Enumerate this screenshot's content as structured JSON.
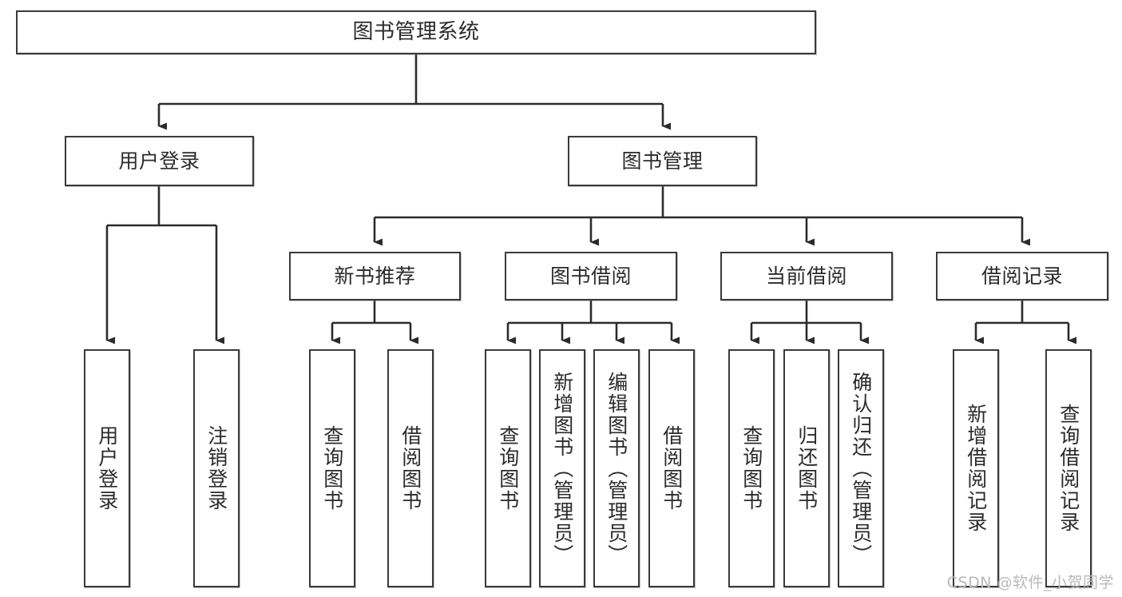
{
  "diagram": {
    "title": "图书管理系统",
    "watermark": "CSDN @软件_小贺同学",
    "colors": {
      "box_border": "#3a3a3a",
      "box_fill": "#ffffff",
      "edge": "#2b2b2b",
      "text": "#2b2b2b",
      "watermark": "#b9b9b9",
      "background": "#ffffff"
    },
    "root": {
      "label": "图书管理系统"
    },
    "level2": [
      {
        "label": "用户登录"
      },
      {
        "label": "图书管理"
      }
    ],
    "level3": [
      {
        "label": "新书推荐"
      },
      {
        "label": "图书借阅"
      },
      {
        "label": "当前借阅"
      },
      {
        "label": "借阅记录"
      }
    ],
    "leaves": {
      "user_login": [
        {
          "label": "用户登录"
        },
        {
          "label": "注销登录"
        }
      ],
      "new_book": [
        {
          "label": "查询图书"
        },
        {
          "label": "借阅图书"
        }
      ],
      "book_borrow": [
        {
          "label": "查询图书"
        },
        {
          "label": "新增图书（管理员）"
        },
        {
          "label": "编辑图书（管理员）"
        },
        {
          "label": "借阅图书"
        }
      ],
      "current_borrow": [
        {
          "label": "查询图书"
        },
        {
          "label": "归还图书"
        },
        {
          "label": "确认归还（管理员）"
        }
      ],
      "borrow_record": [
        {
          "label": "新增借阅记录"
        },
        {
          "label": "查询借阅记录"
        }
      ]
    }
  }
}
